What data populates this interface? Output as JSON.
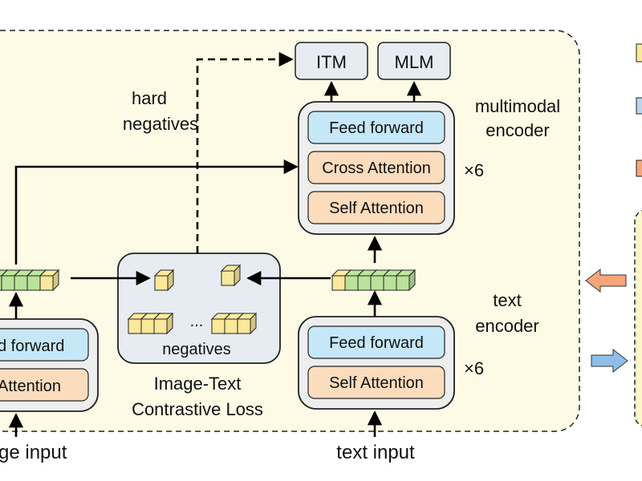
{
  "diagram": {
    "outputs": {
      "itm": "ITM",
      "mlm": "MLM"
    },
    "edge_labels": {
      "hard_line1": "hard",
      "hard_line2": "negatives"
    },
    "multimodal": {
      "caption_line1": "multimodal",
      "caption_line2": "encoder",
      "repeat": "×6",
      "layers": {
        "ff": "Feed forward",
        "cross": "Cross Attention",
        "self": "Self Attention"
      }
    },
    "text_encoder": {
      "caption_line1": "text",
      "caption_line2": "encoder",
      "repeat": "×6",
      "layers": {
        "ff": "Feed forward",
        "self": "Self Attention"
      }
    },
    "image_encoder_partial": {
      "ff": "d forward",
      "attn": "Attention"
    },
    "contrastive": {
      "dots": "...",
      "negatives": "negatives",
      "title_line1": "Image-Text",
      "title_line2": "Contrastive Loss"
    },
    "inputs": {
      "image": "ge input",
      "text": "text input"
    },
    "colors": {
      "panel_bg": "#fdfbe6",
      "encoder_bg": "#eeeeee",
      "feed_forward": "#c5e7f7",
      "attention": "#fbdcbc",
      "output_box": "#e6ecf1",
      "token_yellow": "#fbe89a",
      "token_green": "#b9e39b",
      "legend_blue": "#b7d7ef",
      "legend_orange": "#f7a57a",
      "right_panel": "#fdf6c8"
    }
  }
}
